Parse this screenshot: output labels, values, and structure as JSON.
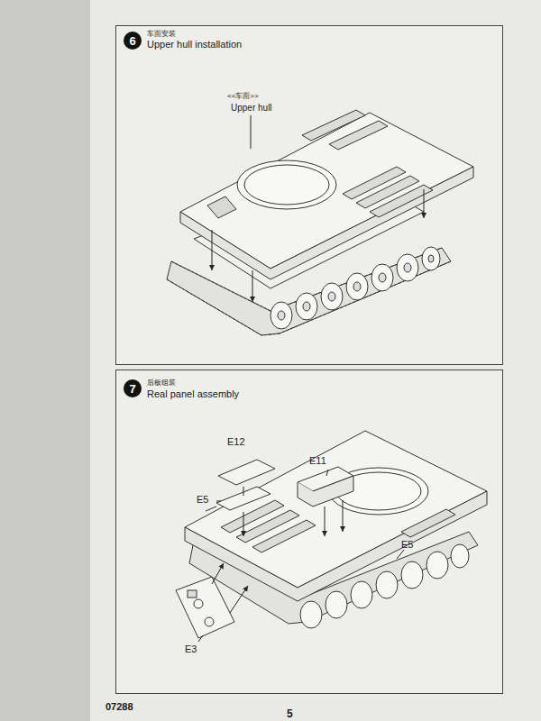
{
  "diagram": {
    "nodes": [
      {
        "text": [
          "车面安装",
          "Upper hull installation"
        ]
      },
      {
        "text": [
          "6"
        ],
        "in": 0
      },
      {
        "text": [
          "后板组装",
          "Real panel assembly"
        ]
      },
      {
        "text": [
          "7"
        ],
        "in": 2
      }
    ],
    "labels": [
      "<<车面>>",
      "Upper hull",
      "E12",
      "E5",
      "E11",
      "E5",
      "E3",
      "07288",
      "5"
    ]
  }
}
